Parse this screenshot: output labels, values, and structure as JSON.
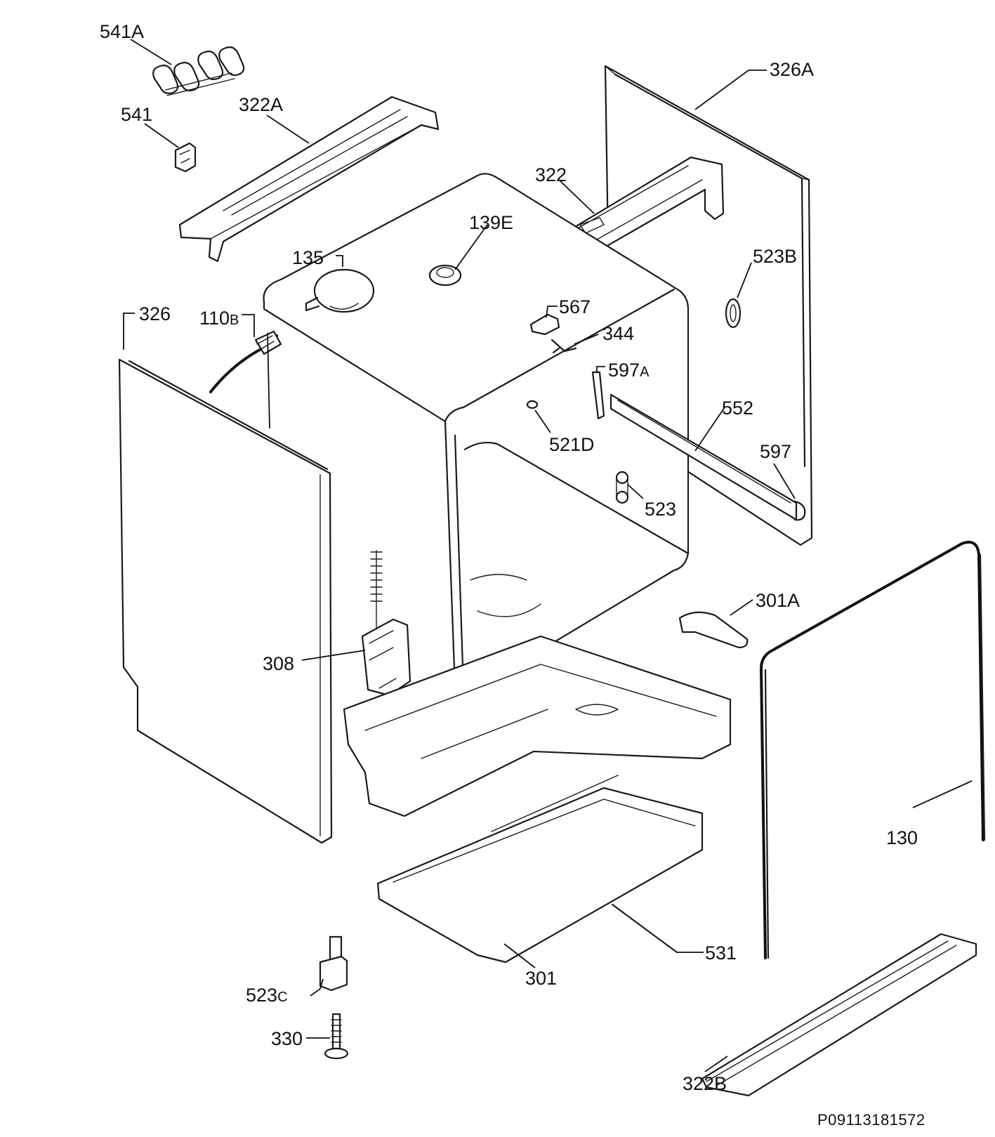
{
  "labels": [
    {
      "id": "541A",
      "main": "541A",
      "suffix": ""
    },
    {
      "id": "541",
      "main": "541",
      "suffix": ""
    },
    {
      "id": "322A",
      "main": "322A",
      "suffix": ""
    },
    {
      "id": "326A",
      "main": "326A",
      "suffix": ""
    },
    {
      "id": "322",
      "main": "322",
      "suffix": ""
    },
    {
      "id": "139E",
      "main": "139E",
      "suffix": ""
    },
    {
      "id": "135",
      "main": "135",
      "suffix": ""
    },
    {
      "id": "523B",
      "main": "523B",
      "suffix": ""
    },
    {
      "id": "567",
      "main": "567",
      "suffix": ""
    },
    {
      "id": "344",
      "main": "344",
      "suffix": ""
    },
    {
      "id": "326",
      "main": "326",
      "suffix": ""
    },
    {
      "id": "110B",
      "main": "110",
      "suffix": "B"
    },
    {
      "id": "597A",
      "main": "597",
      "suffix": "A"
    },
    {
      "id": "552",
      "main": "552",
      "suffix": ""
    },
    {
      "id": "521D",
      "main": "521D",
      "suffix": ""
    },
    {
      "id": "597",
      "main": "597",
      "suffix": ""
    },
    {
      "id": "523",
      "main": "523",
      "suffix": ""
    },
    {
      "id": "301A",
      "main": "301A",
      "suffix": ""
    },
    {
      "id": "308",
      "main": "308",
      "suffix": ""
    },
    {
      "id": "130",
      "main": "130",
      "suffix": ""
    },
    {
      "id": "531",
      "main": "531",
      "suffix": ""
    },
    {
      "id": "301",
      "main": "301",
      "suffix": ""
    },
    {
      "id": "523C",
      "main": "523",
      "suffix": "C"
    },
    {
      "id": "330",
      "main": "330",
      "suffix": ""
    },
    {
      "id": "322B",
      "main": "322B",
      "suffix": ""
    }
  ],
  "drawing_code": "P09113181572"
}
